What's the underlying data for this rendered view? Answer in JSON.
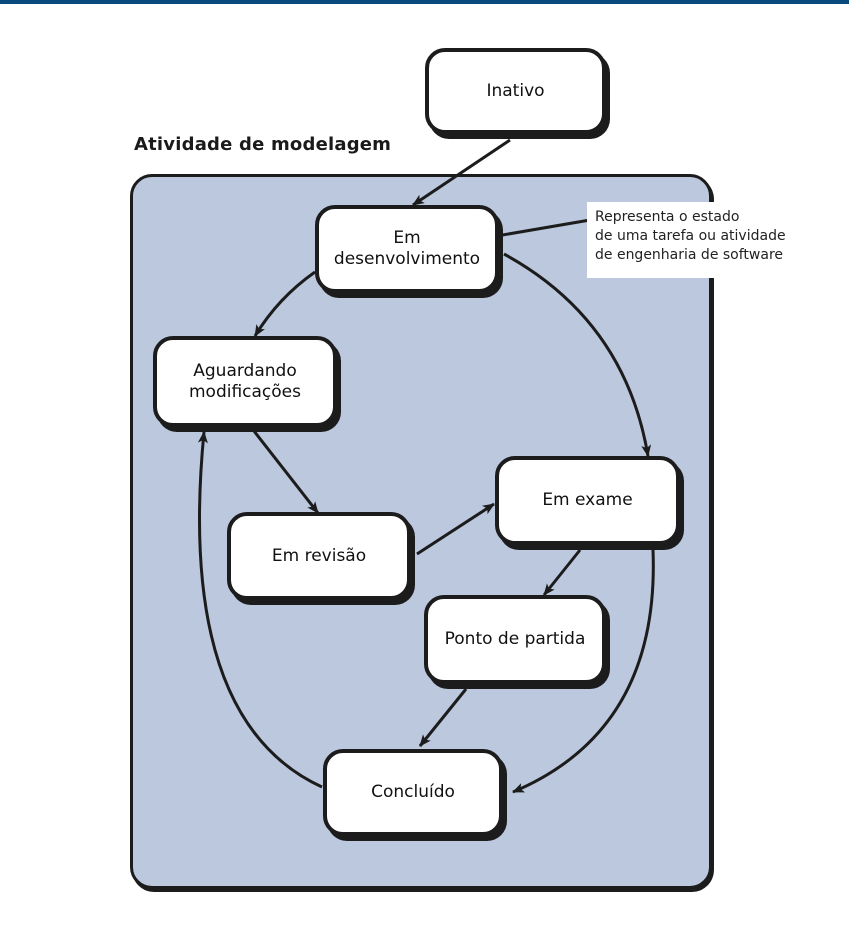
{
  "diagram": {
    "group_title": "Atividade de modelagem",
    "states": {
      "inativo": {
        "lines": [
          "Inativo"
        ]
      },
      "em_desenvolvimento": {
        "lines": [
          "Em",
          "desenvolvimento"
        ]
      },
      "aguardando_modificacoes": {
        "lines": [
          "Aguardando",
          "modificações"
        ]
      },
      "em_exame": {
        "lines": [
          "Em exame"
        ]
      },
      "em_revisao": {
        "lines": [
          "Em revisão"
        ]
      },
      "ponto_de_partida": {
        "lines": [
          "Ponto de partida"
        ]
      },
      "concluido": {
        "lines": [
          "Concluído"
        ]
      }
    },
    "transitions": [
      {
        "from": "Inativo",
        "to": "Em desenvolvimento"
      },
      {
        "from": "Em desenvolvimento",
        "to": "Aguardando modificações"
      },
      {
        "from": "Em desenvolvimento",
        "to": "Em exame"
      },
      {
        "from": "Aguardando modificações",
        "to": "Em revisão"
      },
      {
        "from": "Em revisão",
        "to": "Em exame"
      },
      {
        "from": "Em exame",
        "to": "Ponto de partida"
      },
      {
        "from": "Em exame",
        "to": "Concluído"
      },
      {
        "from": "Ponto de partida",
        "to": "Concluído"
      },
      {
        "from": "Concluído",
        "to": "Aguardando modificações"
      }
    ],
    "annotation": {
      "lines": [
        "Representa o estado",
        "de uma tarefa ou atividade",
        "de engenharia de software"
      ],
      "points_to": "Em desenvolvimento"
    },
    "colors": {
      "header_bar": "#0B4A7E",
      "group_fill": "#BCC8DE",
      "stroke": "#1C1C1C",
      "state_fill": "#FFFFFF"
    }
  }
}
